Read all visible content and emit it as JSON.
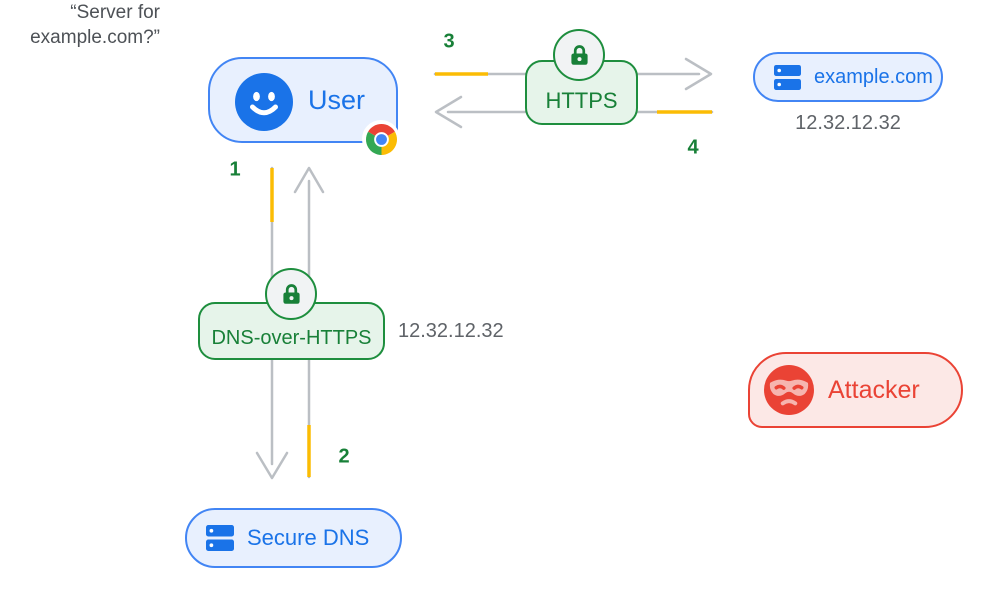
{
  "palette": {
    "blue_text": "#1A73E8",
    "blue_border": "#4285F4",
    "blue_bg": "#E8F0FE",
    "green_text": "#188038",
    "green_border": "#1E8E3E",
    "green_bg": "#E6F4EA",
    "red": "#EA4335",
    "red_bg": "#FCE8E6",
    "arrow_gray": "#BBBFC4",
    "text_gray": "#5F6368",
    "highlight_yellow": "#FBBC04",
    "lock_circle_bg": "#F1F3F4"
  },
  "nodes": {
    "user": {
      "label": "User"
    },
    "https_tunnel": {
      "label": "HTTPS"
    },
    "doh_tunnel": {
      "label": "DNS-over-HTTPS",
      "resolved_ip": "12.32.12.32",
      "query_line1": "“Server for",
      "query_line2": "example.com?”"
    },
    "example_server": {
      "label": "example.com",
      "ip": "12.32.12.32"
    },
    "secure_dns": {
      "label": "Secure DNS"
    },
    "attacker": {
      "label": "Attacker"
    }
  },
  "steps": {
    "step1": "1",
    "step2": "2",
    "step3": "3",
    "step4": "4"
  },
  "icons": {
    "user": "smiley-face-icon",
    "browser": "chrome-logo-icon",
    "lock": "padlock-icon",
    "server": "server-stack-icon",
    "attacker": "masked-face-icon"
  }
}
